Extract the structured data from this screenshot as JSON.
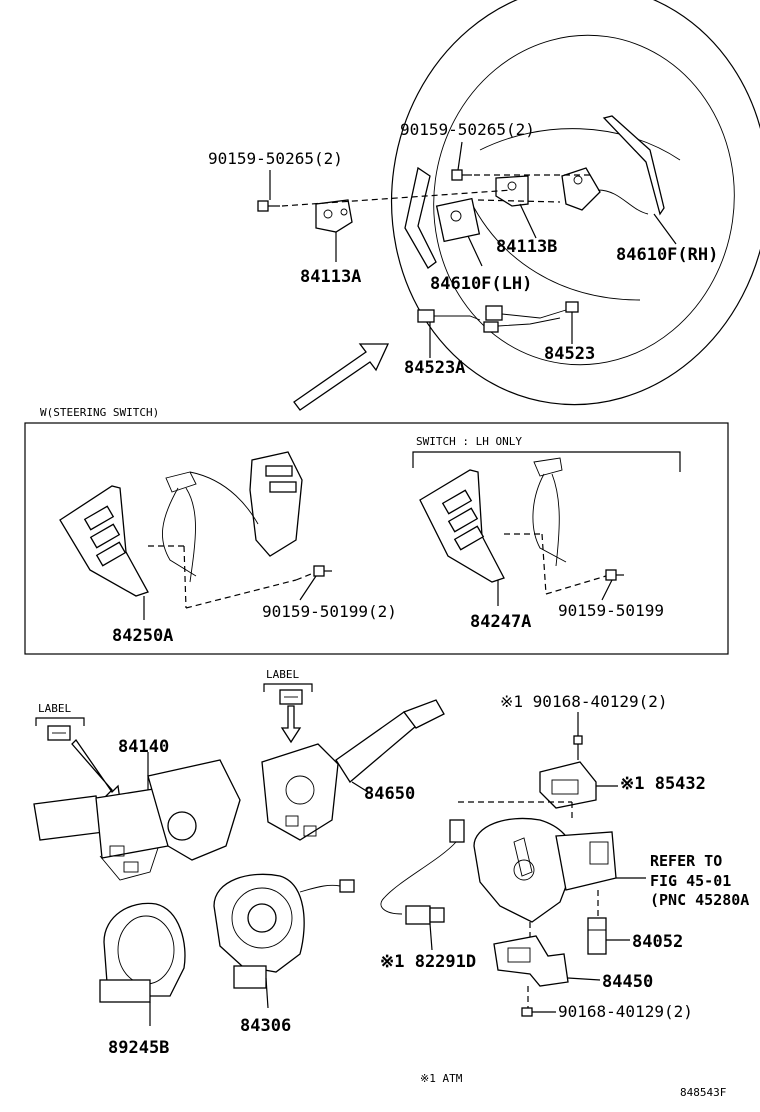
{
  "labels": {
    "p_90159_50265_left": "90159-50265(2)",
    "p_90159_50265_right": "90159-50265(2)",
    "p_84113A": "84113A",
    "p_84113B": "84113B",
    "p_84610F_LH": "84610F(LH)",
    "p_84610F_RH": "84610F(RH)",
    "p_84523A": "84523A",
    "p_84523": "84523",
    "w_steering_switch": "W(STEERING SWITCH)",
    "switch_lh_only": "SWITCH : LH ONLY",
    "p_90159_50199_2": "90159-50199(2)",
    "p_84250A": "84250A",
    "p_84247A": "84247A",
    "p_90159_50199": "90159-50199",
    "label_left": "LABEL",
    "label_mid": "LABEL",
    "p_84140": "84140",
    "p_84650": "84650",
    "p_90168_40129_top": "※1 90168-40129(2)",
    "p_85432": "※1 85432",
    "refer_line1": "REFER TO",
    "refer_line2": "FIG 45-01",
    "refer_line3": "(PNC 45280A",
    "p_84052": "84052",
    "p_82291D": "※1 82291D",
    "p_84450": "84450",
    "p_90168_40129_bot": "90168-40129(2)",
    "p_89245B": "89245B",
    "p_84306": "84306",
    "footnote": "※1 ATM",
    "fig_id": "848543F"
  }
}
